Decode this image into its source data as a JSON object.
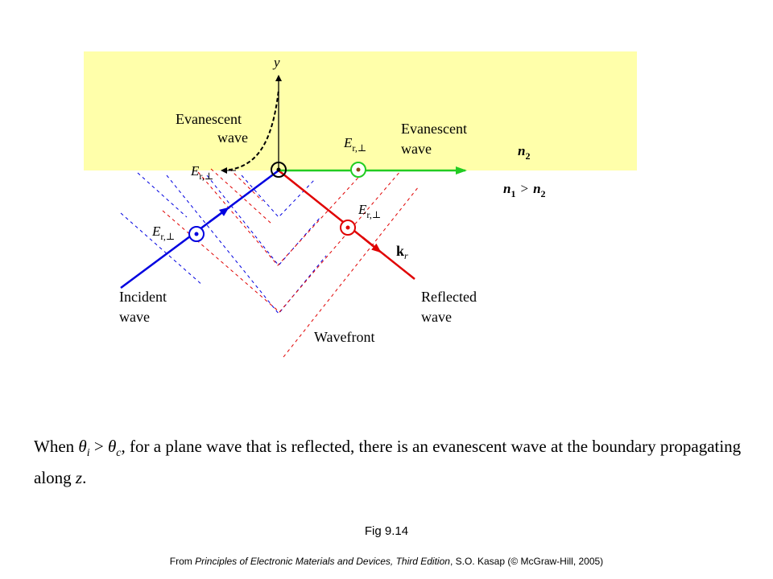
{
  "diagram": {
    "axis_y": "y",
    "evanescent_left_line1": "Evanescent",
    "evanescent_left_line2": "wave",
    "evanescent_right_line1": "Evanescent",
    "evanescent_right_line2": "wave",
    "field_E": "E",
    "field_sub": "r,⊥",
    "n2_main": "n",
    "n2_sub": "2",
    "n1_main": "n",
    "n1_sub": "1",
    "gt": ">",
    "kr_main": "k",
    "kr_sub": "r",
    "incident_line1": "Incident",
    "incident_line2": "wave",
    "reflected_line1": "Reflected",
    "reflected_line2": "wave",
    "wavefront": "Wavefront",
    "colors": {
      "medium2": "#FFFFAA",
      "incident": "#0000E0",
      "reflected": "#E00000",
      "evanescent": "#22CC22"
    }
  },
  "caption": {
    "when": "When ",
    "theta": "θ",
    "sub_i": "i",
    "gt": " > ",
    "sub_c": "c",
    "rest": ", for a plane wave that is reflected, there is an evanescent wave at the boundary propagating along ",
    "z": "z",
    "end": "."
  },
  "figure_number": "Fig 9.14",
  "source": {
    "from": "From ",
    "book": "Principles of Electronic Materials and Devices, Third Edition",
    "rest": ", S.O. Kasap (© McGraw-Hill,  2005)"
  }
}
